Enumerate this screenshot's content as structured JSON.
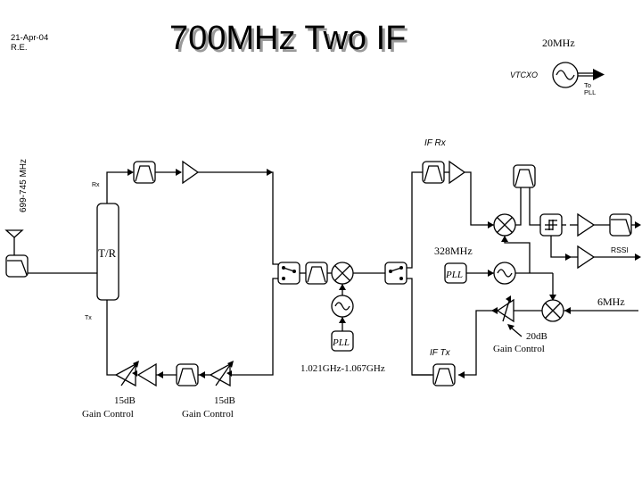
{
  "header": {
    "date": "21-Apr-04",
    "author": "R.E.",
    "title": "700MHz Two IF"
  },
  "reference_oscillator": {
    "frequency": "20MHz",
    "name": "VTCXO",
    "output_label_line1": "To",
    "output_label_line2": "PLL"
  },
  "rf_section": {
    "band_label": "699-745 MHz",
    "duplexer_label": "T/R",
    "rx_label": "Rx",
    "tx_label": "Tx",
    "first_lo_range": "1.021GHz-1.067GHz",
    "first_lo_pll_label": "PLL",
    "tx_gain_controls": [
      {
        "gain": "15dB",
        "label": "Gain Control"
      },
      {
        "gain": "15dB",
        "label": "Gain Control"
      }
    ]
  },
  "if_section": {
    "if_rx_label": "IF Rx",
    "if_tx_label": "IF Tx",
    "second_lo_frequency": "328MHz",
    "second_lo_pll_label": "PLL",
    "rssi_label": "RSSI",
    "tx_input_frequency": "6MHz",
    "tx_gain_control": {
      "gain": "20dB",
      "label": "Gain Control"
    }
  }
}
